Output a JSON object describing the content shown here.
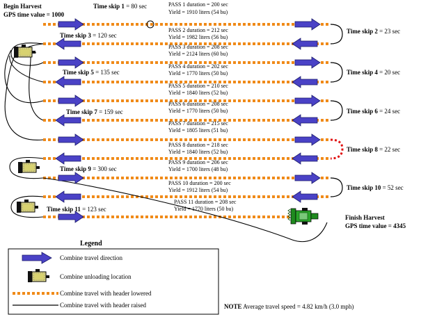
{
  "colors": {
    "pass_dash": "#f08a18",
    "raised_line": "#000000",
    "arrow_fill": "#4a42c6",
    "arrow_stroke": "#1a1a6a",
    "combine_body": "#e8e28a",
    "red_dash": "#e01010",
    "green_combine": "#1f8a1f"
  },
  "labels": {
    "begin_harvest": "Begin Harvest",
    "begin_gps": "GPS time value = 1000",
    "finish_harvest": "Finish Harvest",
    "finish_gps": "GPS time value = 4345",
    "note_bold": "NOTE",
    "note_text": "Average travel speed = 4.82 km/h (3.0 mph)"
  },
  "passes": [
    {
      "duration": "PASS 1 duration = 200 sec",
      "yield": "Yield = 1910 liters (54 bu)"
    },
    {
      "duration": "PASS 2  duration = 212 sec",
      "yield": "Yield = 1982 liters (56 bu)"
    },
    {
      "duration": "PASS 3 duration = 208 sec",
      "yield": "Yield = 2124 liters (60 bu)"
    },
    {
      "duration": "PASS 4 duration = 202 sec",
      "yield": "Yield = 1770 liters (50 bu)"
    },
    {
      "duration": "PASS 5 duration = 210 sec",
      "yield": "Yield = 1840 liters (52 bu)"
    },
    {
      "duration": "PASS 6 duration = 208 sec",
      "yield": "Yield = 1770 liters (50 bu)"
    },
    {
      "duration": "PASS 7 duration = 215 sec",
      "yield": "Yield = 1805 liters (51 bu)"
    },
    {
      "duration": "PASS 8 duration = 218 sec",
      "yield": "Yield = 1840 liters (52 bu)"
    },
    {
      "duration": "PASS 9 duration = 206 sec",
      "yield": "Yield = 1700 liters (48 bu)"
    },
    {
      "duration": "PASS 10 duration = 200 sec",
      "yield": "Yield = 1912 liters (54 bu)"
    },
    {
      "duration": "PASS 11 duration = 208 sec",
      "yield": "Yield = 1770 liters (50 bu)"
    }
  ],
  "time_skips": [
    {
      "name": "Time skip 1",
      "value": " = 80 sec"
    },
    {
      "name": "Time skip 2",
      "value": " = 23 sec"
    },
    {
      "name": "Time skip 3",
      "value": " = 120 sec"
    },
    {
      "name": "Time skip 4",
      "value": " = 20 sec"
    },
    {
      "name": "Time skip 5",
      "value": " = 135 sec"
    },
    {
      "name": "Time skip 6",
      "value": " = 24 sec"
    },
    {
      "name": "Time skip 7",
      "value": " = 159 sec"
    },
    {
      "name": "Time skip 8",
      "value": " = 22 sec"
    },
    {
      "name": "Time skip 9",
      "value": " = 300 sec"
    },
    {
      "name": "Time skip 10",
      "value": " = 52 sec"
    },
    {
      "name": "Time skip 11",
      "value": " = 123 sec"
    }
  ],
  "legend": {
    "title": "Legend",
    "items": [
      {
        "icon": "blue-arrow-icon",
        "label": "Combine travel direction"
      },
      {
        "icon": "combine-icon",
        "label": "Combine unloading location"
      },
      {
        "icon": "orange-dash-line",
        "label": "Combine travel with header lowered"
      },
      {
        "icon": "black-line",
        "label": "Combine travel with header raised"
      }
    ]
  }
}
